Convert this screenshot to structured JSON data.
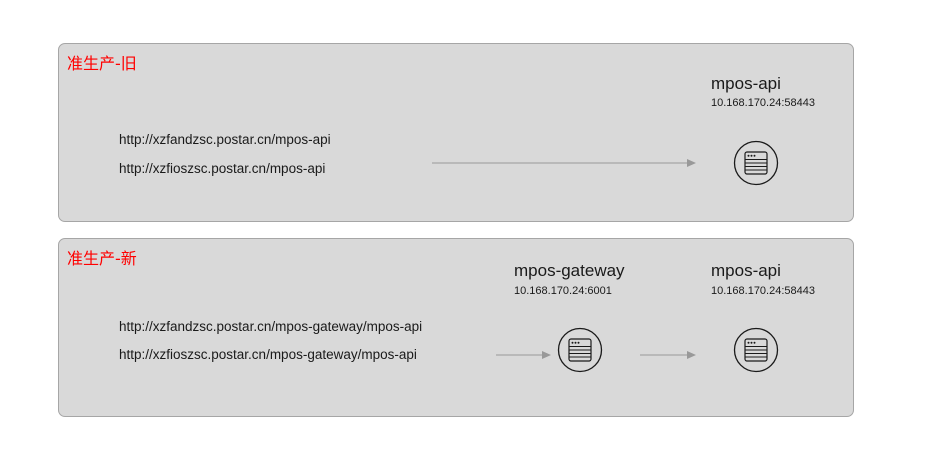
{
  "panels": {
    "old": {
      "title": "准生产-旧",
      "urls": [
        "http://xzfandzsc.postar.cn/mpos-api",
        "http://xzfioszsc.postar.cn/mpos-api"
      ],
      "service": {
        "name": "mpos-api",
        "address": "10.168.170.24:58443",
        "icon": "server-icon"
      }
    },
    "new": {
      "title": "准生产-新",
      "urls": [
        "http://xzfandzsc.postar.cn/mpos-gateway/mpos-api",
        "http://xzfioszsc.postar.cn/mpos-gateway/mpos-api"
      ],
      "gateway": {
        "name": "mpos-gateway",
        "address": "10.168.170.24:6001",
        "icon": "server-icon"
      },
      "service": {
        "name": "mpos-api",
        "address": "10.168.170.24:58443",
        "icon": "server-icon"
      }
    }
  },
  "colors": {
    "panel_bg": "#d9d9d9",
    "panel_border": "#a6a6a6",
    "title": "#ff0000",
    "arrow": "#999999",
    "icon_stroke": "#1a1a1a"
  }
}
